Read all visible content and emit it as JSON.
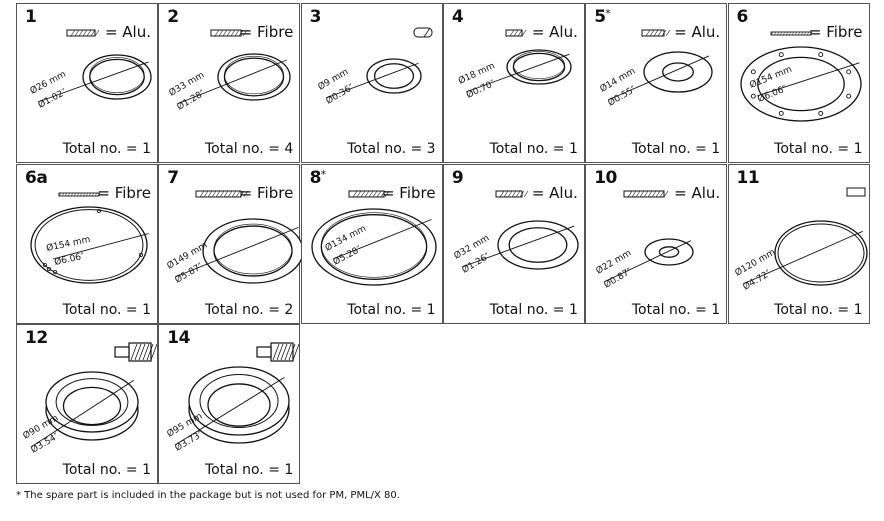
{
  "parts": [
    {
      "num": "1",
      "star": "",
      "material": "Alu.",
      "mat_icon": "flat-gasket-hatched-icon",
      "total": "Total no. = 1",
      "mm": "Ø26 mm",
      "inch": "Ø1.02″",
      "shape": "ring"
    },
    {
      "num": "2",
      "star": "",
      "material": "Fibre",
      "mat_icon": "flat-gasket-hatched-icon",
      "total": "Total no. = 4",
      "mm": "Ø33 mm",
      "inch": "Ø1.28″",
      "shape": "ring"
    },
    {
      "num": "3",
      "star": "",
      "material": "",
      "mat_icon": "round-gasket-icon",
      "total": "Total no. = 3",
      "mm": "Ø9 mm",
      "inch": "Ø0.36″",
      "shape": "ring"
    },
    {
      "num": "4",
      "star": "",
      "material": "Alu.",
      "mat_icon": "flat-gasket-hatched-icon",
      "total": "Total no. = 1",
      "mm": "Ø18 mm",
      "inch": "Ø0.70″",
      "shape": "ring"
    },
    {
      "num": "5",
      "star": "*",
      "material": "Alu.",
      "mat_icon": "flat-gasket-hatched-icon",
      "total": "Total no. = 1",
      "mm": "Ø14 mm",
      "inch": "Ø0.55″",
      "shape": "washer"
    },
    {
      "num": "6",
      "star": "",
      "material": "Fibre",
      "mat_icon": "thin-gasket-icon",
      "total": "Total no. = 1",
      "mm": "Ø154 mm",
      "inch": "Ø6.06″",
      "shape": "flange"
    },
    {
      "num": "6a",
      "star": "",
      "material": "Fibre",
      "mat_icon": "thin-gasket-icon",
      "total": "Total no. = 1",
      "mm": "Ø154 mm",
      "inch": "Ø6.06″",
      "shape": "thin"
    },
    {
      "num": "7",
      "star": "",
      "material": "Fibre",
      "mat_icon": "flat-gasket-hatched-icon",
      "total": "Total no. = 2",
      "mm": "Ø149 mm",
      "inch": "Ø5.87″",
      "shape": "ring"
    },
    {
      "num": "8",
      "star": "*",
      "material": "Fibre",
      "mat_icon": "flat-gasket-hatched-icon",
      "total": "Total no. = 1",
      "mm": "Ø134 mm",
      "inch": "Ø5.28″",
      "shape": "ring"
    },
    {
      "num": "9",
      "star": "",
      "material": "Alu.",
      "mat_icon": "flat-gasket-hatched-icon",
      "total": "Total no. = 1",
      "mm": "Ø32 mm",
      "inch": "Ø1.26″",
      "shape": "ring"
    },
    {
      "num": "10",
      "star": "",
      "material": "Alu.",
      "mat_icon": "flat-gasket-hatched-icon",
      "total": "Total no. = 1",
      "mm": "Ø22 mm",
      "inch": "Ø0.87″",
      "shape": "washer"
    },
    {
      "num": "11",
      "star": "",
      "material": "",
      "mat_icon": "o-ring-section-icon",
      "total": "Total no. = 1",
      "mm": "Ø120 mm",
      "inch": "Ø4.72″",
      "shape": "oring"
    },
    {
      "num": "12",
      "star": "",
      "material": "",
      "mat_icon": "stepped-seal-section-icon",
      "total": "Total no. = 1",
      "mm": "Ø90 mm",
      "inch": "Ø3.54″",
      "shape": "thick"
    },
    {
      "num": "14",
      "star": "",
      "material": "",
      "mat_icon": "stepped-seal-section-icon",
      "total": "Total no. = 1",
      "mm": "Ø95 mm",
      "inch": "Ø3.73″",
      "shape": "thick"
    }
  ],
  "footnote": "* The spare part is included in the package but is not used for PM, PML/X 80."
}
